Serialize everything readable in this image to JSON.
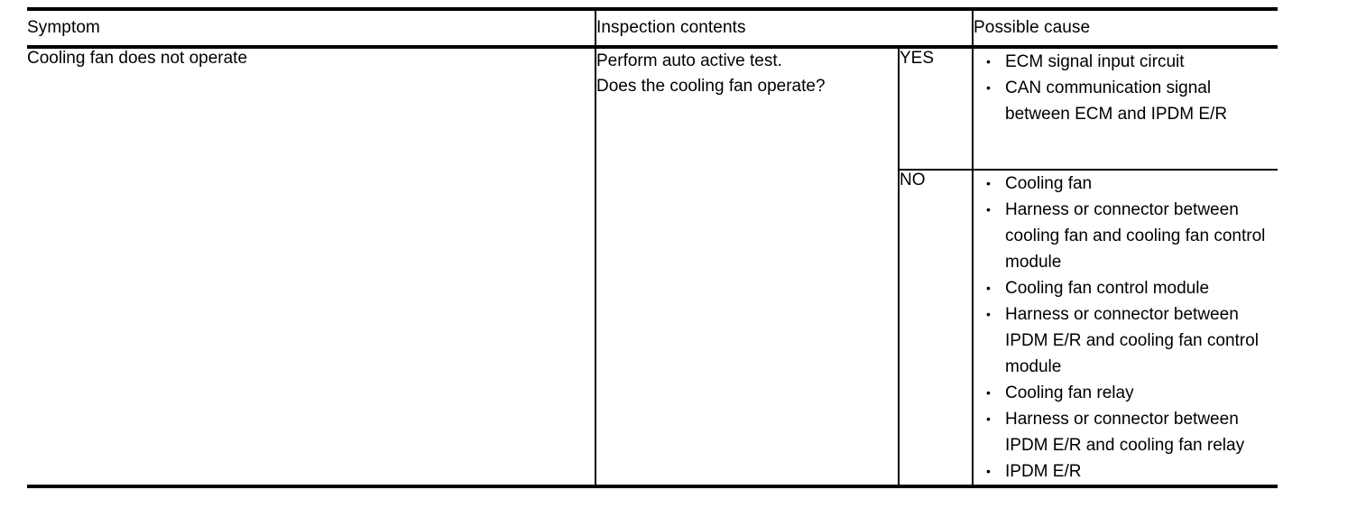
{
  "table": {
    "headers": {
      "symptom": "Symptom",
      "inspection": "Inspection contents",
      "cause": "Possible cause"
    },
    "rows": [
      {
        "symptom": "Cooling fan does not operate",
        "inspection_lines": [
          "Perform auto active test.",
          "Does the cooling fan operate?"
        ],
        "branches": [
          {
            "answer": "YES",
            "causes": [
              "ECM signal input circuit",
              "CAN communication signal between ECM and IPDM E/R"
            ]
          },
          {
            "answer": "NO",
            "causes": [
              "Cooling fan",
              "Harness or connector between cooling fan and cooling fan control module",
              "Cooling fan control module",
              "Harness or connector between IPDM E/R and cooling fan control module",
              "Cooling fan relay",
              "Harness or connector between IPDM E/R and cooling fan relay",
              "IPDM E/R"
            ]
          }
        ]
      }
    ]
  },
  "colors": {
    "rule": "#000000",
    "text": "#000000",
    "background": "#ffffff"
  }
}
